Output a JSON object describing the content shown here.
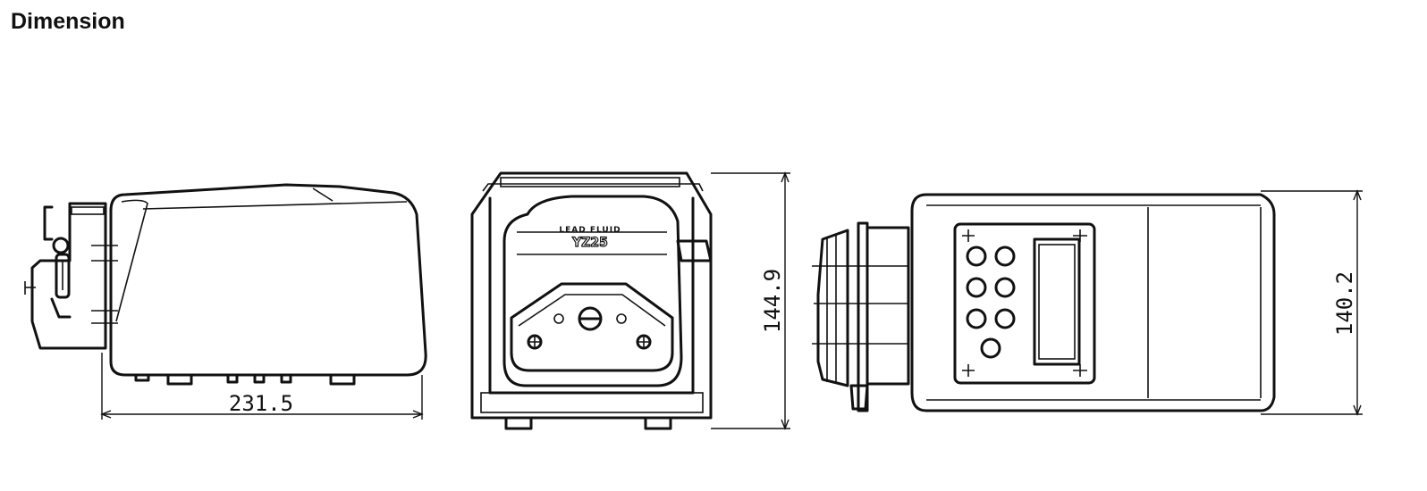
{
  "title": "Dimension",
  "views": {
    "side": {
      "dimension_label": "231.5"
    },
    "front": {
      "dimension_label": "144.9",
      "brand_text": "LEAD FLUID",
      "model_text": "YZ25"
    },
    "top": {
      "dimension_label": "140.2"
    }
  }
}
